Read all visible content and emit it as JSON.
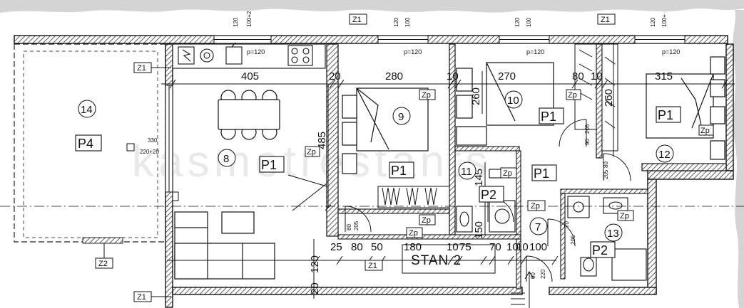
{
  "rooms": [
    {
      "number": "14",
      "code": "P4"
    },
    {
      "number": "8",
      "code": "P1"
    },
    {
      "number": "9",
      "code": "P1"
    },
    {
      "number": "10",
      "code": "P1"
    },
    {
      "number": "12",
      "code": "P1"
    },
    {
      "number": "11",
      "code": "P2"
    },
    {
      "number": "7",
      "code": "P1"
    },
    {
      "number": "13",
      "code": "P2"
    }
  ],
  "dimensions": {
    "top": [
      "405",
      "20",
      "280",
      "10",
      "270",
      "80",
      "10",
      "315"
    ],
    "bottom": [
      "25",
      "80",
      "50",
      "180",
      "10",
      "75",
      "70",
      "10",
      "10",
      "100"
    ],
    "vertical": [
      "485",
      "260",
      "260",
      "145",
      "150",
      "120",
      "20"
    ]
  },
  "wall_tags": [
    "Z1",
    "Z1",
    "Z1",
    "Z1",
    "Z1",
    "Z2"
  ],
  "fixture_tags": [
    "Zp",
    "Zp",
    "Zp",
    "Zp",
    "Zp",
    "Zp",
    "Zp",
    "Zp",
    "Zp"
  ],
  "window_labels": {
    "p120": "p=120",
    "w330": "330",
    "w220": "220+20"
  },
  "window_heights": [
    "120",
    "100+2",
    "120",
    "100",
    "120",
    "100",
    "120",
    "100+"
  ],
  "door_labels": [
    "80",
    "205",
    "70",
    "205",
    "90",
    "205",
    "80",
    "205",
    "90",
    "220"
  ],
  "stair_label": "STAN 2",
  "watermark": "kasmetrestants"
}
